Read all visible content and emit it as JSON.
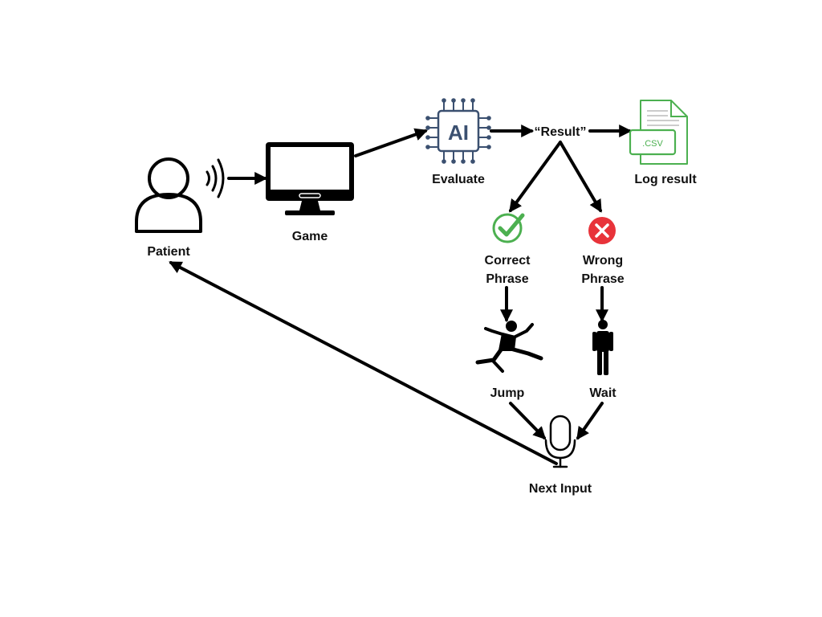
{
  "nodes": {
    "patient": "Patient",
    "game": "Game",
    "evaluate": "Evaluate",
    "ai_chip": "AI",
    "result": "“Result”",
    "log_result": "Log result",
    "csv_file": ".CSV",
    "correct_line1": "Correct",
    "correct_line2": "Phrase",
    "wrong_line1": "Wrong",
    "wrong_line2": "Phrase",
    "jump": "Jump",
    "wait": "Wait",
    "next_input": "Next Input"
  },
  "icons": {
    "patient": "person-icon",
    "sound": "sound-waves-icon",
    "game": "monitor-icon",
    "evaluate": "ai-chip-icon",
    "log": "csv-file-icon",
    "correct": "check-circle-icon",
    "wrong": "x-circle-icon",
    "jump": "jumping-person-icon",
    "wait": "standing-person-icon",
    "next_input": "microphone-icon"
  },
  "colors": {
    "line": "#000000",
    "ai_chip": "#3b5070",
    "csv_file": "#4cb050",
    "correct": "#4cb050",
    "wrong": "#e8333a"
  }
}
